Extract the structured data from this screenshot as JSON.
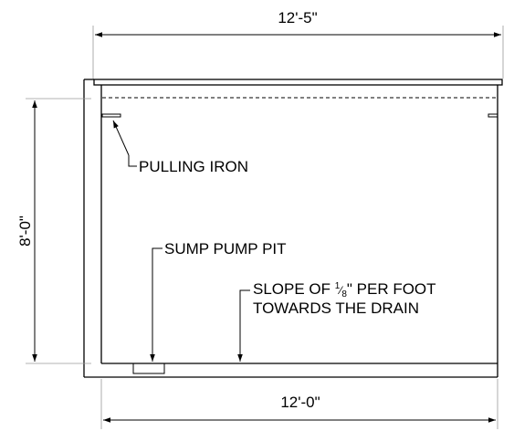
{
  "dimensions": {
    "top_width": "12'-5\"",
    "bottom_width": "12'-0\"",
    "height": "8'-0\""
  },
  "labels": {
    "pulling_iron": "PULLING IRON",
    "sump_pump_pit": "SUMP PUMP PIT",
    "slope_line1_prefix": "SLOPE OF ",
    "slope_fraction_num": "1",
    "slope_fraction_den": "8",
    "slope_line1_suffix": "\" PER FOOT",
    "slope_line2": "TOWARDS THE DRAIN"
  },
  "colors": {
    "line": "#000000",
    "extension": "#9a9a9a",
    "background": "#ffffff"
  }
}
